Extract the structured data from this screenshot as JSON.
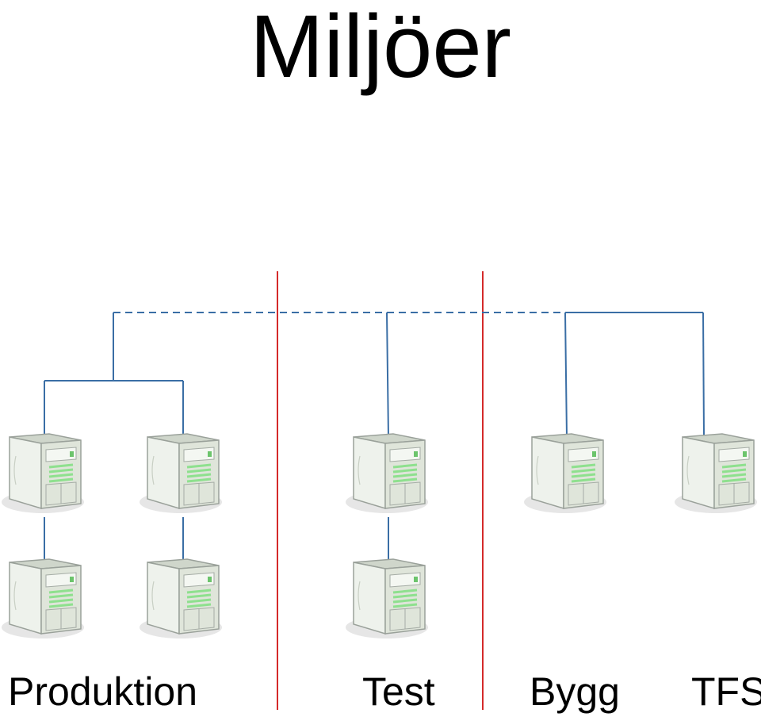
{
  "title": "Miljöer",
  "environments": [
    {
      "id": "produktion",
      "label": "Produktion",
      "server_count": 4
    },
    {
      "id": "test",
      "label": "Test",
      "server_count": 2
    },
    {
      "id": "bygg",
      "label": "Bygg",
      "server_count": 1
    },
    {
      "id": "tfs",
      "label": "TFS",
      "server_count": 1
    }
  ],
  "colors": {
    "connection": "#3a6ea5",
    "divider": "#d42a2a",
    "server_body": "#e8efe3",
    "server_led": "#7be07b"
  },
  "icons": [
    "server-icon"
  ]
}
